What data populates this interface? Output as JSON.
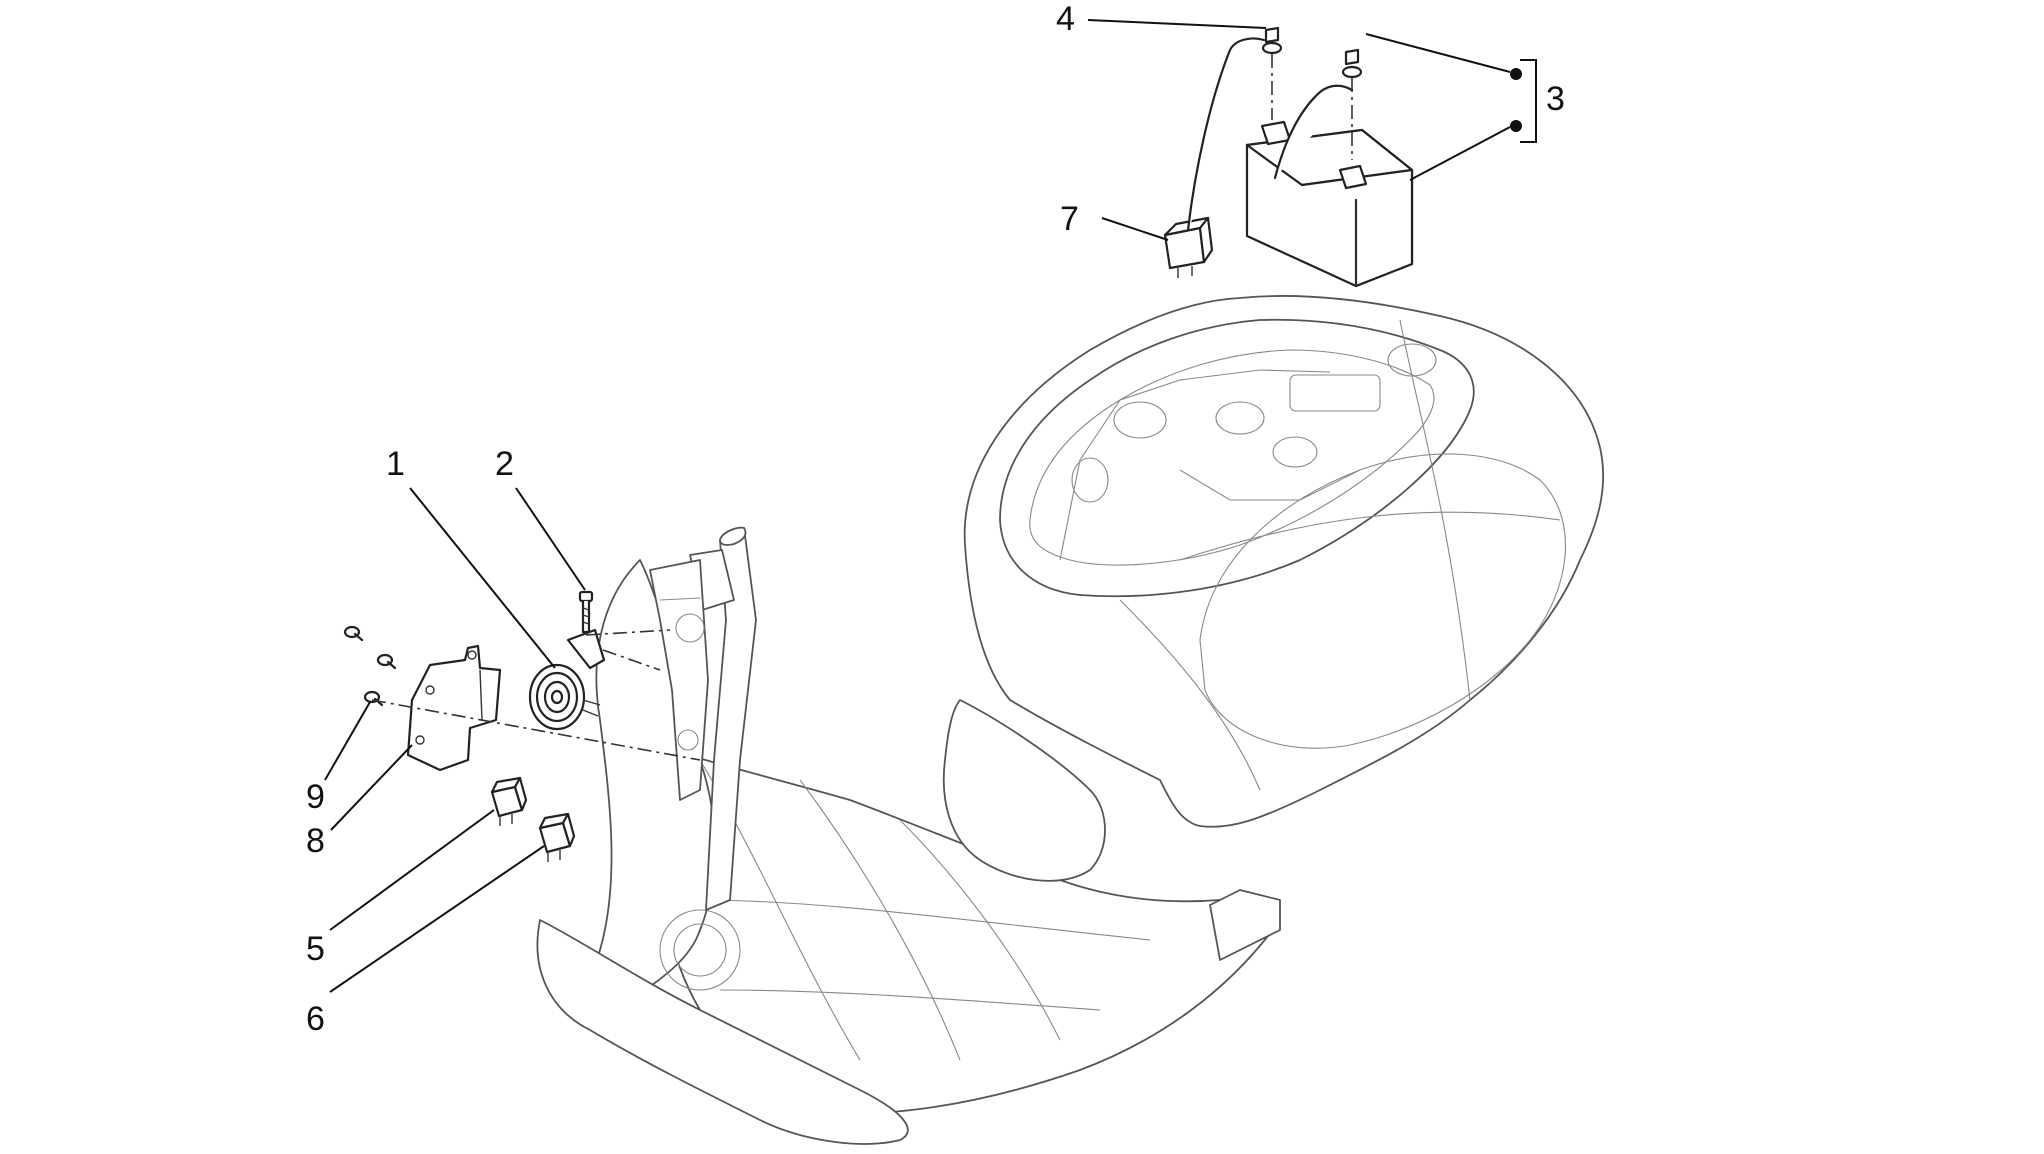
{
  "callouts": [
    {
      "id": "1",
      "label": "1"
    },
    {
      "id": "2",
      "label": "2"
    },
    {
      "id": "3",
      "label": "3"
    },
    {
      "id": "4",
      "label": "4"
    },
    {
      "id": "5",
      "label": "5"
    },
    {
      "id": "6",
      "label": "6"
    },
    {
      "id": "7",
      "label": "7"
    },
    {
      "id": "8",
      "label": "8"
    },
    {
      "id": "9",
      "label": "9"
    }
  ],
  "colors": {
    "line": "#222222",
    "background": "#ffffff"
  }
}
